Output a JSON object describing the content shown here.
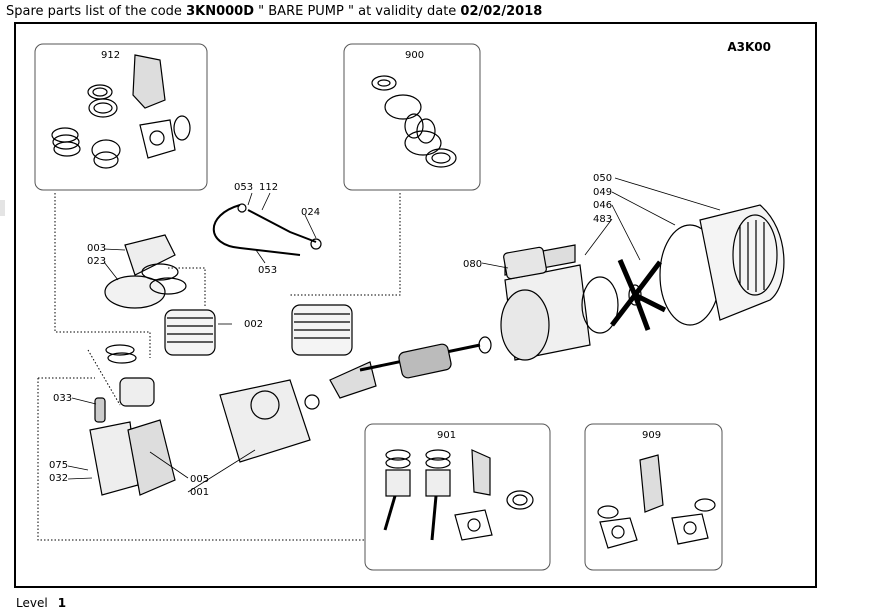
{
  "header": {
    "prefix": "Spare parts list of the code ",
    "code": "3KN000D",
    "middle": " \" BARE PUMP \" at validity date ",
    "date": "02/02/2018"
  },
  "drawing_code": "A3K00",
  "footer": {
    "label": "Level",
    "value": "1"
  },
  "kits": [
    {
      "id": "912",
      "label": "912"
    },
    {
      "id": "900",
      "label": "900"
    },
    {
      "id": "901",
      "label": "901"
    },
    {
      "id": "909",
      "label": "909"
    }
  ],
  "parts": [
    {
      "id": "053a",
      "label": "053"
    },
    {
      "id": "112",
      "label": "112"
    },
    {
      "id": "024",
      "label": "024"
    },
    {
      "id": "053b",
      "label": "053"
    },
    {
      "id": "003",
      "label": "003"
    },
    {
      "id": "023",
      "label": "023"
    },
    {
      "id": "002",
      "label": "002"
    },
    {
      "id": "033",
      "label": "033"
    },
    {
      "id": "075",
      "label": "075"
    },
    {
      "id": "032",
      "label": "032"
    },
    {
      "id": "005",
      "label": "005"
    },
    {
      "id": "001",
      "label": "001"
    },
    {
      "id": "080",
      "label": "080"
    },
    {
      "id": "050",
      "label": "050"
    },
    {
      "id": "049",
      "label": "049"
    },
    {
      "id": "046",
      "label": "046"
    },
    {
      "id": "483",
      "label": "483"
    }
  ]
}
